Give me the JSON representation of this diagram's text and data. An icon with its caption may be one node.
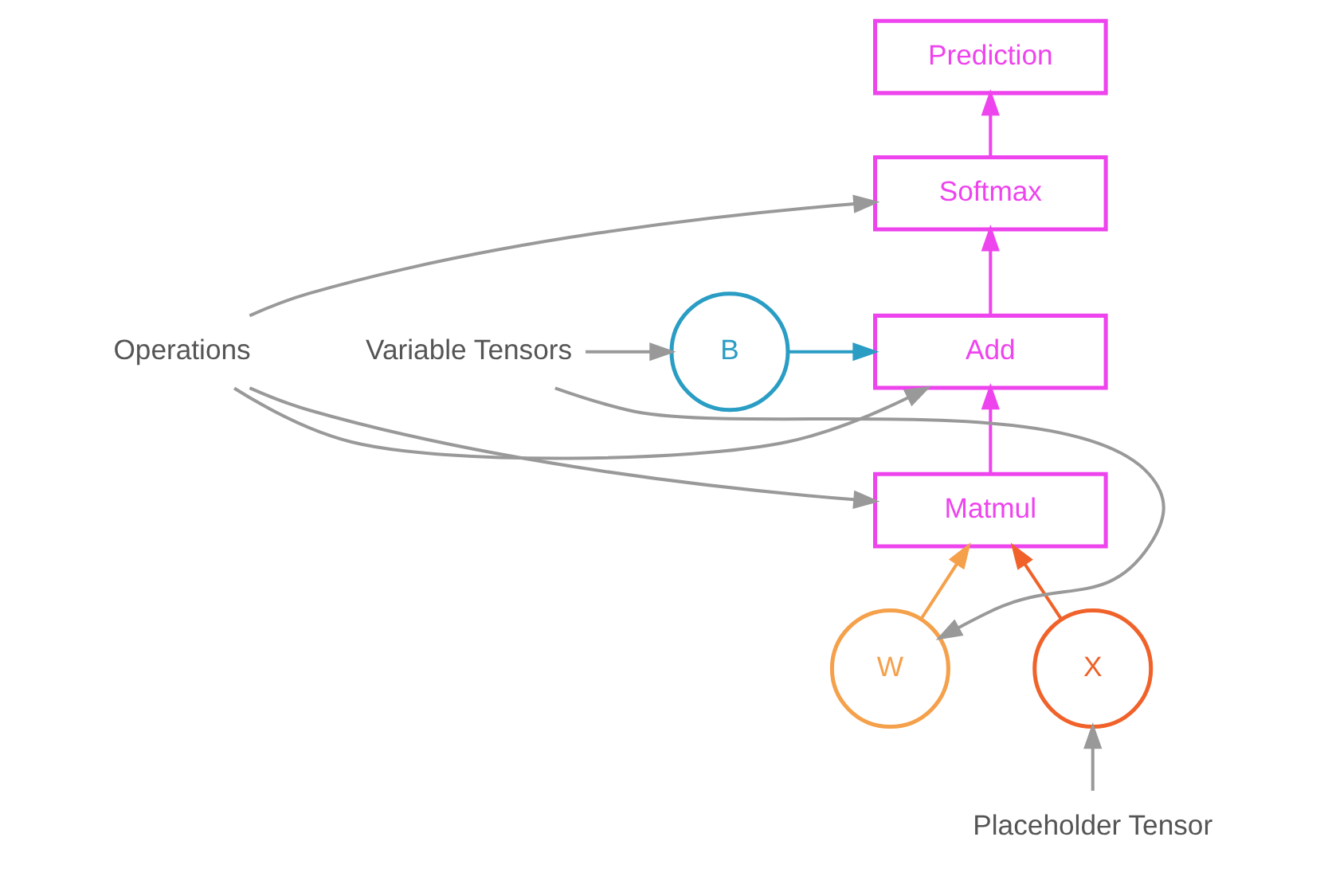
{
  "diagram": {
    "nodes": [
      {
        "text": [
          "Prediction"
        ]
      },
      {
        "text": [
          "Softmax"
        ]
      },
      {
        "text": [
          "Add"
        ]
      },
      {
        "text": [
          "Matmul"
        ]
      },
      {
        "text": [
          "B"
        ]
      },
      {
        "text": [
          "W"
        ]
      },
      {
        "text": [
          "X"
        ]
      },
      {
        "text": [
          "Variable Tensors"
        ]
      },
      {
        "text": [
          "Operations"
        ]
      },
      {
        "text": [
          "Placeholder Tensor"
        ]
      }
    ],
    "edges": [
      {
        "from": 1,
        "to": 0,
        "arrow": "to",
        "color": "#ee44ee"
      },
      {
        "from": 2,
        "to": 1,
        "arrow": "to",
        "color": "#ee44ee"
      },
      {
        "from": 3,
        "to": 2,
        "arrow": "to",
        "color": "#ee44ee"
      },
      {
        "from": 4,
        "to": 2,
        "arrow": "to",
        "color": "#2a9dc4"
      },
      {
        "from": 5,
        "to": 3,
        "arrow": "to",
        "color": "#f5a04a"
      },
      {
        "from": 6,
        "to": 3,
        "arrow": "to",
        "color": "#f0622a"
      },
      {
        "from": 7,
        "to": 4,
        "arrow": "to"
      },
      {
        "from": 7,
        "to": 5,
        "arrow": "to"
      },
      {
        "from": 8,
        "to": 1,
        "arrow": "to"
      },
      {
        "from": 8,
        "to": 2,
        "arrow": "to"
      },
      {
        "from": 8,
        "to": 3,
        "arrow": "to"
      },
      {
        "from": 9,
        "to": 6,
        "arrow": "to"
      }
    ]
  }
}
